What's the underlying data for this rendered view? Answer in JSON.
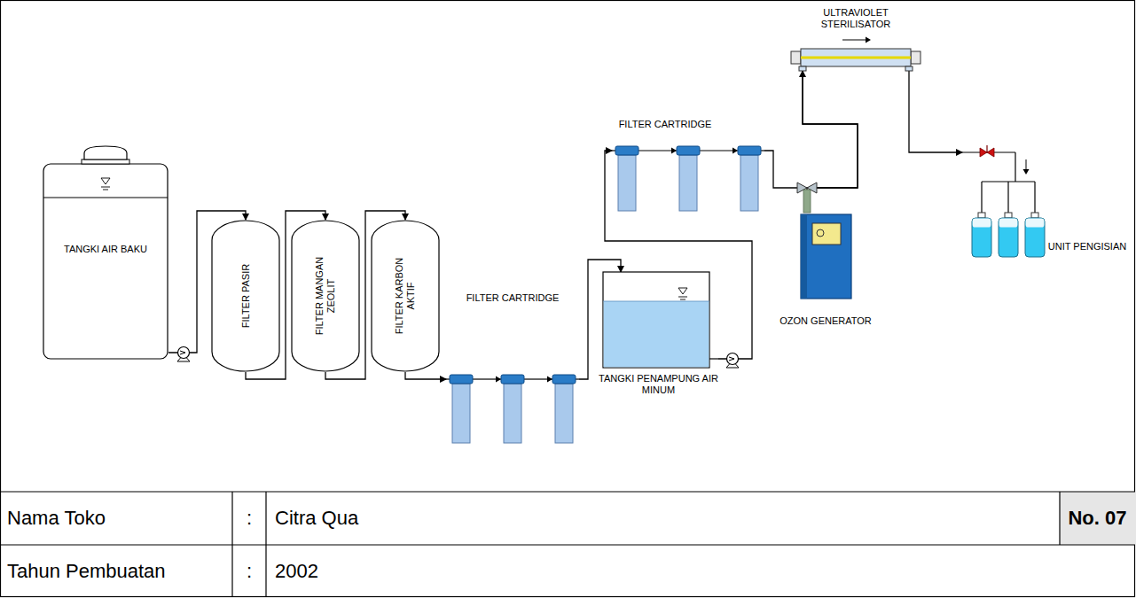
{
  "diagram": {
    "nodes": [
      {
        "text": [
          "TANGKI AIR BAKU"
        ]
      },
      {
        "text": [
          "FILTER PASIR"
        ]
      },
      {
        "text": [
          "FILTER MANGAN ZEOLIT"
        ]
      },
      {
        "text": [
          "FILTER KARBON AKTIF"
        ]
      },
      {
        "text": [
          "FILTER CARTRIDGE"
        ]
      },
      {
        "text": [
          "TANGKI PENAMPUNG AIR MINUM"
        ]
      },
      {
        "text": [
          "FILTER CARTRIDGE"
        ]
      },
      {
        "text": [
          "ULTRAVIOLET STERILISATOR"
        ]
      },
      {
        "text": [
          "OZON GENERATOR"
        ]
      },
      {
        "text": [
          "UNIT PENGISIAN"
        ]
      }
    ],
    "edges": [
      {
        "from": 0,
        "to": 1,
        "arrow": "to"
      },
      {
        "from": 1,
        "to": 2,
        "arrow": "to"
      },
      {
        "from": 2,
        "to": 3,
        "arrow": "to"
      },
      {
        "from": 3,
        "to": 4,
        "arrow": "to"
      },
      {
        "from": 4,
        "to": 5,
        "arrow": "to"
      },
      {
        "from": 5,
        "to": 6,
        "arrow": "to"
      },
      {
        "from": 6,
        "to": 7,
        "arrow": "to"
      },
      {
        "from": 8,
        "to": 7,
        "arrow": "none"
      },
      {
        "from": 7,
        "to": 9,
        "arrow": "to"
      }
    ],
    "labels": [
      "Nama Toko",
      ":",
      "Citra Qua",
      "No. 07",
      "Tahun Pembuatan",
      ":",
      "2002"
    ]
  }
}
